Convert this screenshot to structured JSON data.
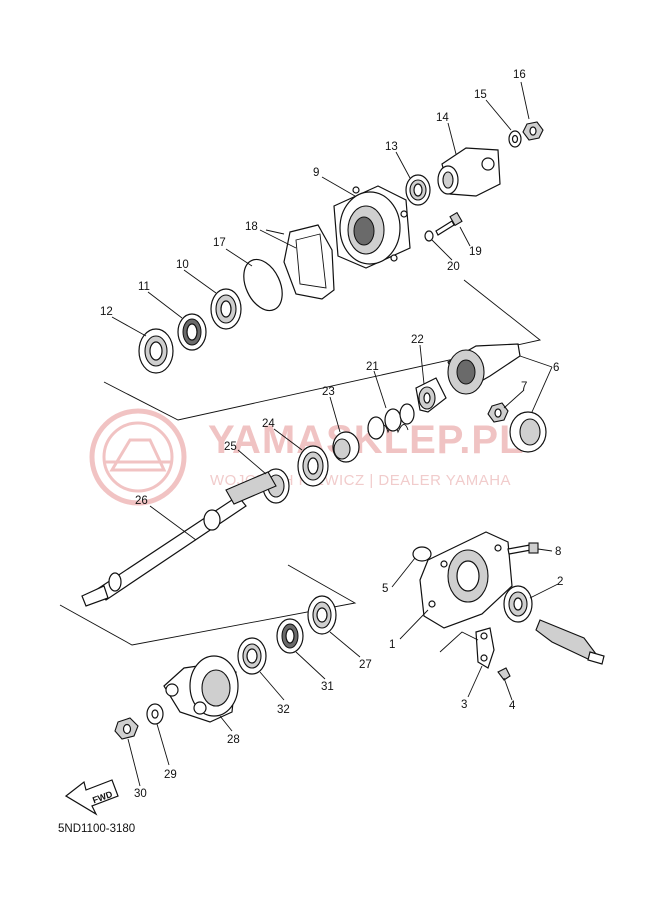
{
  "diagram": {
    "code": "5ND1100-3180",
    "fwd_label": "FWD",
    "watermark": {
      "title": "YAMASKLEP.PL",
      "subtitle": "WOJCIECH KIEWICZ | DEALER YAMAHA",
      "color": "#e8a0a0"
    },
    "callouts": [
      "1",
      "2",
      "3",
      "4",
      "5",
      "6",
      "7",
      "8",
      "9",
      "10",
      "11",
      "12",
      "13",
      "14",
      "15",
      "16",
      "17",
      "18",
      "19",
      "20",
      "21",
      "22",
      "23",
      "24",
      "25",
      "26",
      "27",
      "28",
      "29",
      "30",
      "31",
      "32"
    ]
  }
}
